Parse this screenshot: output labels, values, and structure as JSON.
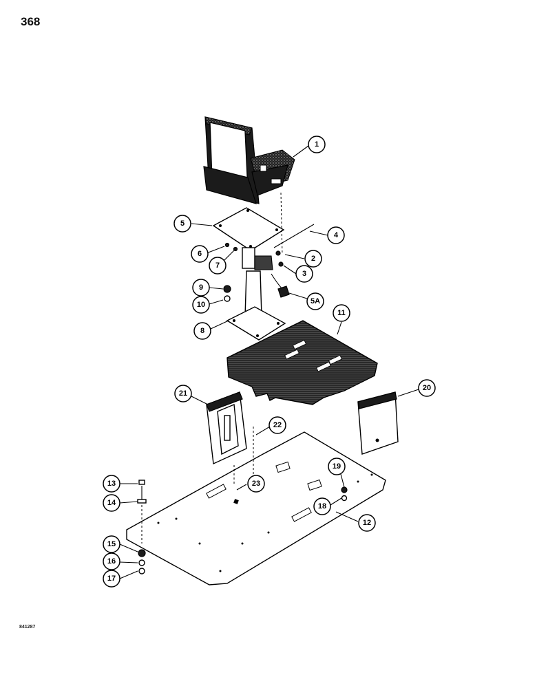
{
  "page": {
    "page_number": "368",
    "drawing_code": "841287"
  },
  "callouts": [
    "1",
    "2",
    "3",
    "4",
    "5",
    "5A",
    "6",
    "7",
    "8",
    "9",
    "10",
    "11",
    "12",
    "13",
    "14",
    "15",
    "16",
    "17",
    "18",
    "19",
    "20",
    "21",
    "22",
    "23"
  ]
}
